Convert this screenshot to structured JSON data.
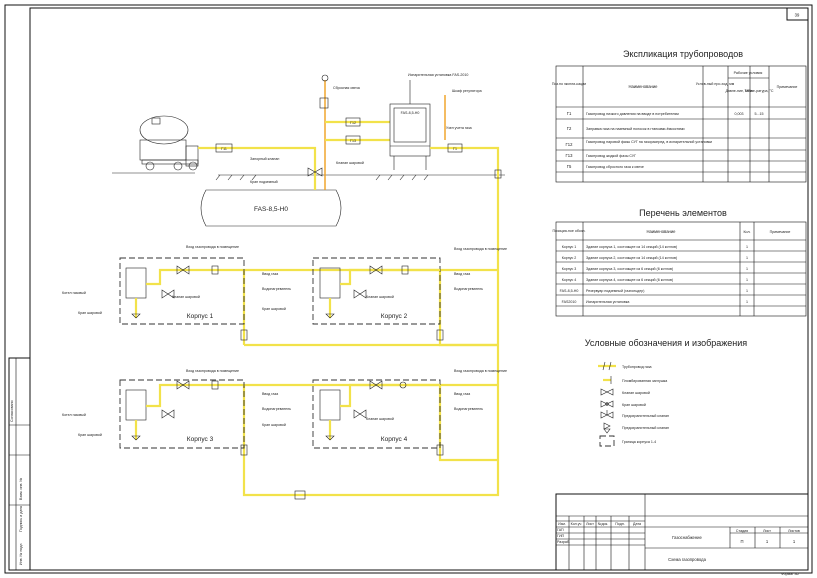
{
  "sheet_number": "39",
  "explication": {
    "title": "Экспликация трубопроводов",
    "headers": [
      "Поз.по экспли-кации",
      "Наименование",
      "Услов-ный про-ход, мм",
      "Рабочие условия",
      "Примечание"
    ],
    "sub_headers": [
      "Давле-ние, МПа",
      "Темпе-ратура, °С"
    ],
    "rows": [
      {
        "code": "Г1",
        "name": "Газопровод низкого давления на вводе в потребителям",
        "dn": "",
        "p": "0,003",
        "t": "5...15",
        "note": ""
      },
      {
        "code": "Г2",
        "name": "Заправка газа на наземный полосок в гтанками-ёмкостями",
        "dn": "",
        "p": "",
        "t": "",
        "note": ""
      },
      {
        "code": "Г12",
        "name": "Газопровод паровой фазы СУГ на газораспред. в испарительной установки",
        "dn": "",
        "p": "",
        "t": "",
        "note": ""
      },
      {
        "code": "Г13",
        "name": "Газопровод жидкой фазы СУГ",
        "dn": "",
        "p": "",
        "t": "",
        "note": ""
      },
      {
        "code": "Г5",
        "name": "Газопровод сбросного газа к свече",
        "dn": "",
        "p": "",
        "t": "",
        "note": ""
      }
    ]
  },
  "elements": {
    "title": "Перечень элементов",
    "headers": [
      "Позиция-ное обозн.",
      "Наименование",
      "Кол.",
      "Примечание"
    ],
    "rows": [
      {
        "code": "Корпус 1",
        "name": "Здание корпуса 1, состоящее из 14 секций (14 котлов)",
        "qty": "1",
        "note": ""
      },
      {
        "code": "Корпус 2",
        "name": "Здание корпуса 2, состоящее из 14 секций (14 котлов)",
        "qty": "1",
        "note": ""
      },
      {
        "code": "Корпус 3",
        "name": "Здание корпуса 3, состоящее из 6 секций (6 котлов)",
        "qty": "1",
        "note": ""
      },
      {
        "code": "Корпус 4",
        "name": "Здание корпуса 4, состоящее из 6 секций (6 котлов)",
        "qty": "1",
        "note": ""
      },
      {
        "code": "FAS-8,5-H0",
        "name": "Резервуар подземный (газгольдер)",
        "qty": "1",
        "note": ""
      },
      {
        "code": "FAS2010",
        "name": "Испарительная установка",
        "qty": "1",
        "note": ""
      }
    ]
  },
  "legend": {
    "title": "Условные обозначения и изображения",
    "items": [
      {
        "symbol": "pipe",
        "label": "Трубопровод газа"
      },
      {
        "symbol": "cap",
        "label": "Пломбированная заглушка"
      },
      {
        "symbol": "valve",
        "label": "Клапан шаровой"
      },
      {
        "symbol": "valve2",
        "label": "Кран шаровой"
      },
      {
        "symbol": "regulator",
        "label": "Предохранительный клапан"
      },
      {
        "symbol": "meter",
        "label": "Предохранительный клапан"
      },
      {
        "symbol": "boundary",
        "label": "Граница корпуса 1-4"
      }
    ]
  },
  "diagram": {
    "tank_label": "FAS-8,5-H0",
    "buildings": [
      "Корпус 1",
      "Корпус 2",
      "Корпус 3",
      "Корпус 4"
    ],
    "pipe_tags": [
      "Г11",
      "Г12",
      "Г13",
      "Г1",
      "Г1"
    ],
    "callouts": {
      "meter_box": "Узел учета газа",
      "regulator_box": "Шкаф регулятора",
      "shut_valve": "Запорный клапан",
      "gas_valve": "Кран шаровой",
      "boiler": "Котел газовый",
      "heater": "Водонагреватель",
      "valve_label": "Клапан шаровой",
      "input_label": "Ввод газа",
      "vent_label": "Сбросная свеча",
      "station_label": "Испарительная установка FAS-2010",
      "buried_valve": "Кран подземный",
      "wall_label": "Вход газопровода в помещение"
    }
  },
  "title_block": {
    "columns": [
      "Изм.",
      "Кол.уч",
      "Лист",
      "№док.",
      "Подп.",
      "Дата"
    ],
    "roles": [
      "ГАП",
      "ГИП",
      "Разраб."
    ],
    "project": "Газоснабжение",
    "drawing": "Схема газопровода",
    "stage_header": "Стадия",
    "sheet_header": "Лист",
    "sheets_header": "Листов",
    "stage": "П",
    "sheet": "1",
    "sheets": "1",
    "format": "Формат А2"
  },
  "side_stamp": {
    "inv": "Инв. № подл.",
    "sign": "Подпись и дата",
    "swap": "Взам. инв. №",
    "agreed": "Согласовано"
  }
}
